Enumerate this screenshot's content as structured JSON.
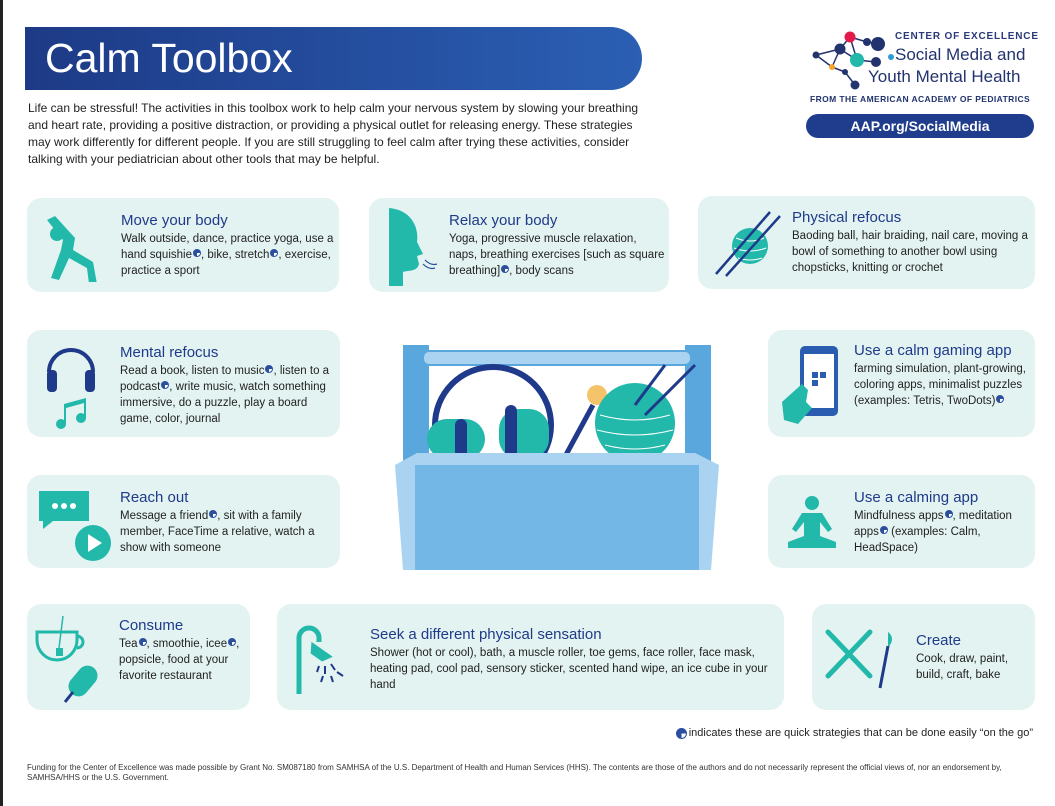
{
  "title": "Calm Toolbox",
  "intro": "Life can be stressful! The activities in this toolbox work to help calm your nervous system by slowing your breathing and heart rate, providing a positive distraction, or providing a physical outlet for releasing energy. These strategies may work differently for different people. If you are still struggling to feel calm after trying these activities, consider talking with your pediatrician about other tools that may be helpful.",
  "logo": {
    "center": "CENTER OF EXCELLENCE",
    "line1": "Social Media and",
    "line2": "Youth Mental Health",
    "from": "FROM THE AMERICAN ACADEMY OF PEDIATRICS",
    "url": "AAP.org/SocialMedia"
  },
  "cards": [
    {
      "id": "move",
      "title": "Move your body",
      "desc": [
        [
          "Walk outside, dance, practice yoga, use a hand squishie",
          1
        ],
        [
          ", bike, stretch",
          1
        ],
        [
          ", exercise, practice a sport",
          0
        ]
      ]
    },
    {
      "id": "relax",
      "title": "Relax your body",
      "desc": [
        [
          "Yoga, progressive muscle relaxation, naps, breathing exercises [such as square breathing]",
          1
        ],
        [
          ", body scans",
          0
        ]
      ]
    },
    {
      "id": "physical",
      "title": "Physical refocus",
      "desc": [
        [
          "Baoding ball, hair braiding, nail care, moving a bowl of something to another bowl using chopsticks, knitting or crochet",
          0
        ]
      ]
    },
    {
      "id": "mental",
      "title": "Mental refocus",
      "desc": [
        [
          "Read a book, listen to music",
          1
        ],
        [
          ", listen to a podcast",
          1
        ],
        [
          ", write music, watch something immersive, do a puzzle, play a board game, color, journal",
          0
        ]
      ]
    },
    {
      "id": "gaming",
      "title": "Use a calm gaming app",
      "desc": [
        [
          "farming simulation, plant-growing, coloring apps, minimalist puzzles (examples: Tetris, TwoDots)",
          1
        ]
      ]
    },
    {
      "id": "reach",
      "title": "Reach out",
      "desc": [
        [
          "Message a friend",
          1
        ],
        [
          ", sit with a family member, FaceTime a relative, watch a show with someone",
          0
        ]
      ]
    },
    {
      "id": "calming",
      "title": "Use a calming app",
      "desc": [
        [
          "Mindfulness apps",
          1
        ],
        [
          ", meditation apps",
          1
        ],
        [
          " (examples: Calm, HeadSpace)",
          0
        ]
      ]
    },
    {
      "id": "consume",
      "title": "Consume",
      "desc": [
        [
          "Tea",
          1
        ],
        [
          ", smoothie, icee",
          1
        ],
        [
          ", popsicle, food at your favorite restaurant",
          0
        ]
      ]
    },
    {
      "id": "seek",
      "title": "Seek a different physical sensation",
      "desc": [
        [
          "Shower (hot or cool), bath, a muscle roller, toe gems, face roller, face mask, heating pad, cool pad, sensory sticker, scented hand wipe, an ice cube in your hand",
          0
        ]
      ]
    },
    {
      "id": "create",
      "title": "Create",
      "desc": [
        [
          "Cook, draw, paint, build, craft, bake",
          0
        ]
      ]
    }
  ],
  "legend": "indicates these are quick strategies that can be done easily “on the go”",
  "funding": "Funding for the Center of Excellence was made possible by Grant No. SM087180 from SAMHSA of the U.S. Department of Health and Human Services (HHS). The contents are those of the authors and do not necessarily represent the official views of, nor an endorsement by, SAMHSA/HHS or the U.S. Government.",
  "colors": {
    "banner": "#1f3d8c",
    "teal": "#22b8aa",
    "card": "#e3f3f1",
    "heading": "#1f3a8a"
  }
}
